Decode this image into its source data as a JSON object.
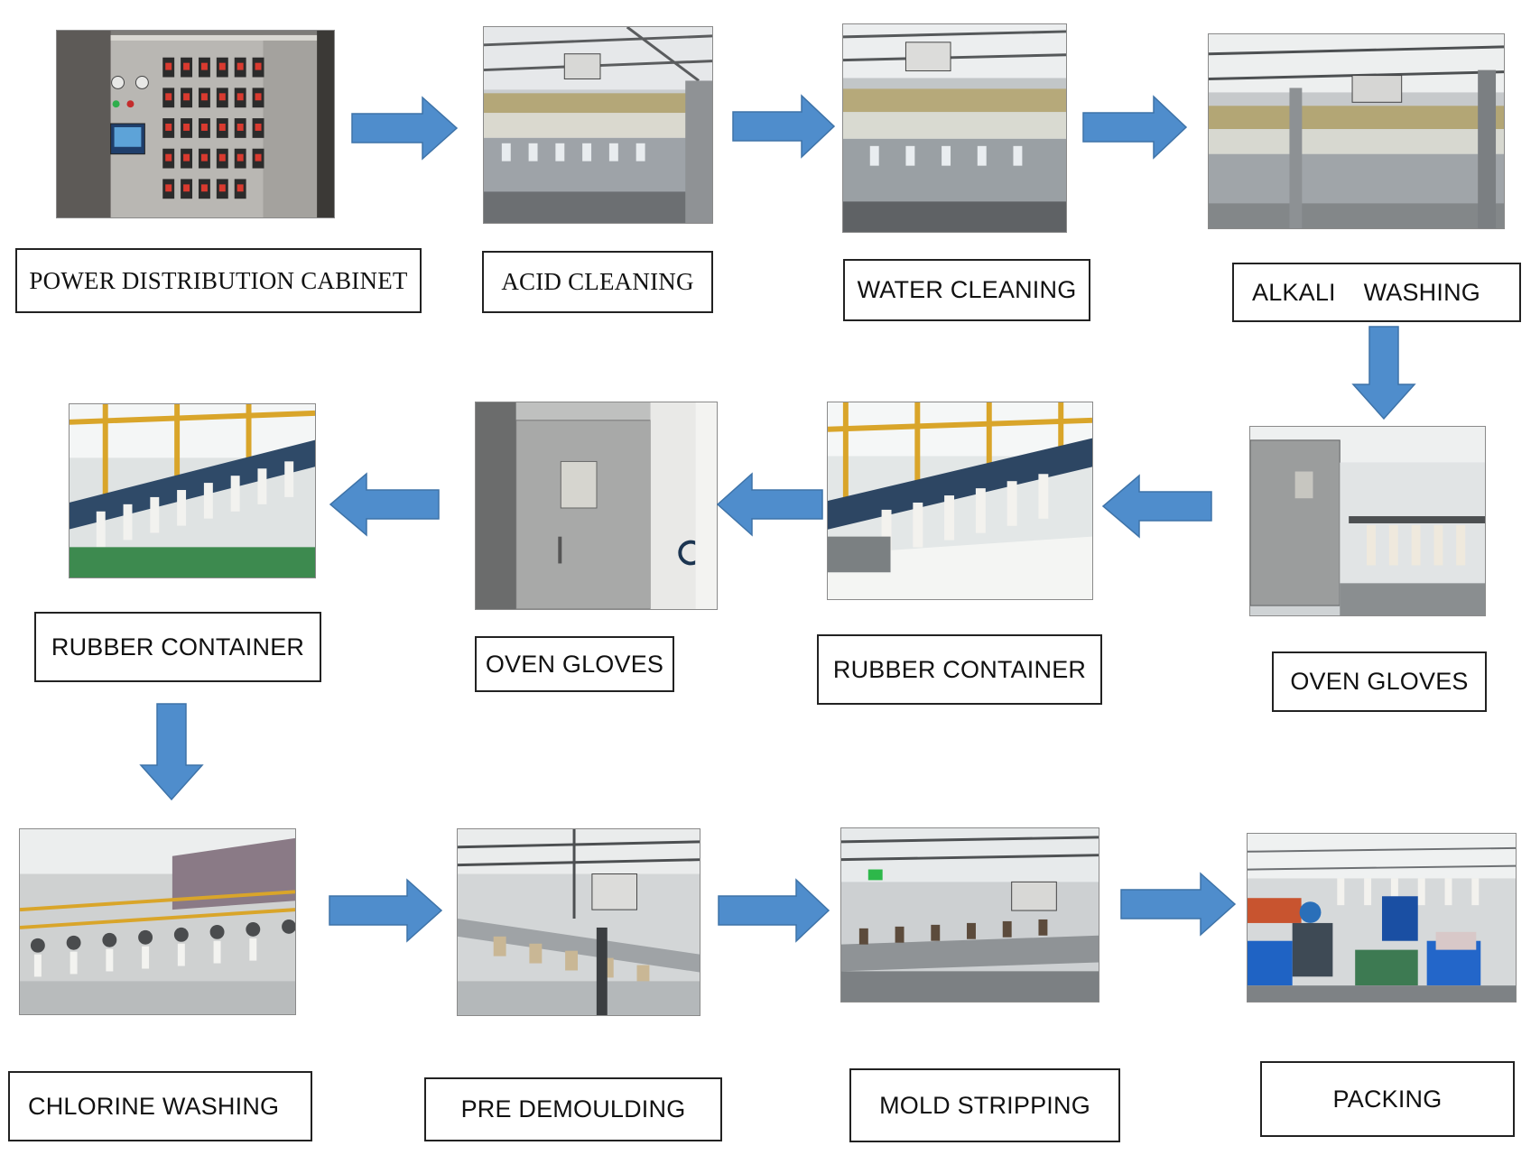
{
  "diagram": {
    "arrow_color": "#4f8dcc",
    "arrow_stroke": "#3e73a8",
    "steps": [
      {
        "id": "power-distribution-cabinet",
        "label": "POWER DISTRIBUTION CABINET",
        "photo": "control cabinet"
      },
      {
        "id": "acid-cleaning",
        "label": "ACID CLEANING",
        "photo": "acid cleaning tank"
      },
      {
        "id": "water-cleaning",
        "label": "WATER CLEANING",
        "photo": "water cleaning tank"
      },
      {
        "id": "alkali-washing",
        "label": "ALKALI    WASHING",
        "photo": "alkali washing tank"
      },
      {
        "id": "oven-gloves-1",
        "label": "OVEN GLOVES",
        "photo": "drying oven"
      },
      {
        "id": "rubber-container-1",
        "label": "RUBBER CONTAINER",
        "photo": "dipping line"
      },
      {
        "id": "oven-gloves-2",
        "label": "OVEN GLOVES",
        "photo": "oven door"
      },
      {
        "id": "rubber-container-2",
        "label": "RUBBER CONTAINER",
        "photo": "dipping line"
      },
      {
        "id": "chlorine-washing",
        "label": "CHLORINE WASHING",
        "photo": "chlorine washing line"
      },
      {
        "id": "pre-demoulding",
        "label": "PRE DEMOULDING",
        "photo": "pre demoulding station"
      },
      {
        "id": "mold-stripping",
        "label": "MOLD STRIPPING",
        "photo": "mold stripping line"
      },
      {
        "id": "packing",
        "label": "PACKING",
        "photo": "packing workers"
      }
    ]
  }
}
